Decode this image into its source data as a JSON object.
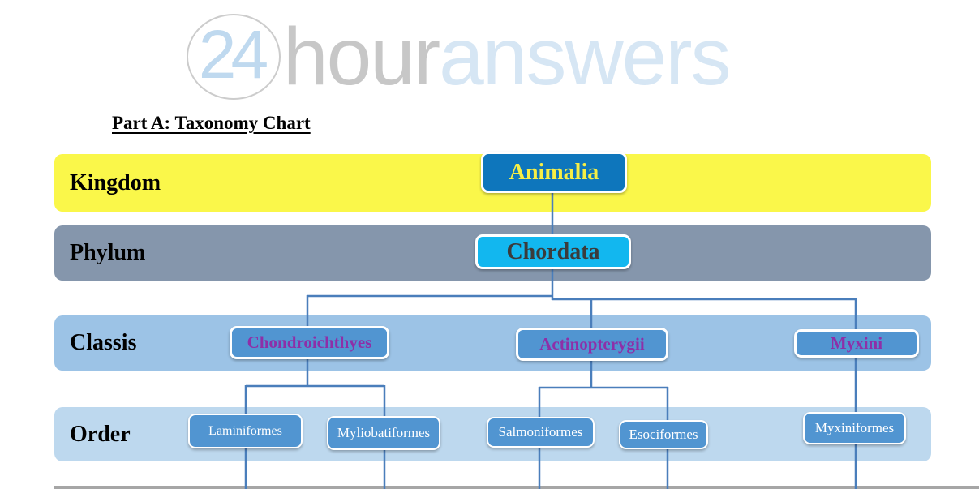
{
  "logo": {
    "number": "24",
    "hour": "hour",
    "answers": "answers"
  },
  "heading": "Part A: Taxonomy Chart",
  "rows": [
    {
      "key": "kingdom",
      "label": "Kingdom"
    },
    {
      "key": "phylum",
      "label": "Phylum"
    },
    {
      "key": "classis",
      "label": "Classis"
    },
    {
      "key": "order",
      "label": "Order"
    }
  ],
  "nodes": {
    "animalia": "Animalia",
    "chordata": "Chordata",
    "chondroichthyes": "Chondroichthyes",
    "actinopterygii": "Actinopterygii",
    "myxini": "Myxini",
    "laminiformes": "Laminiformes",
    "myliobatiformes": "Myliobatiformes",
    "salmoniformes": "Salmoniformes",
    "esociformes": "Esociformes",
    "myxiniformes": "Myxiniformes"
  },
  "taxonomy_edges": [
    [
      "Animalia",
      "Chordata"
    ],
    [
      "Chordata",
      "Chondroichthyes"
    ],
    [
      "Chordata",
      "Actinopterygii"
    ],
    [
      "Chordata",
      "Myxini"
    ],
    [
      "Chondroichthyes",
      "Laminiformes"
    ],
    [
      "Chondroichthyes",
      "Myliobatiformes"
    ],
    [
      "Actinopterygii",
      "Salmoniformes"
    ],
    [
      "Actinopterygii",
      "Esociformes"
    ],
    [
      "Myxini",
      "Myxiniformes"
    ]
  ],
  "colors": {
    "kingdom_band": "#FAF74A",
    "phylum_band": "#8596AC",
    "classis_band": "#9CC3E6",
    "order_band": "#BDD8EE",
    "animalia_fill": "#0E76BC",
    "animalia_text": "#F7EF45",
    "chordata_fill": "#12B7EF",
    "node_fill": "#5195D1",
    "classis_text": "#8E2FA8",
    "connector": "#4A7EBB"
  }
}
